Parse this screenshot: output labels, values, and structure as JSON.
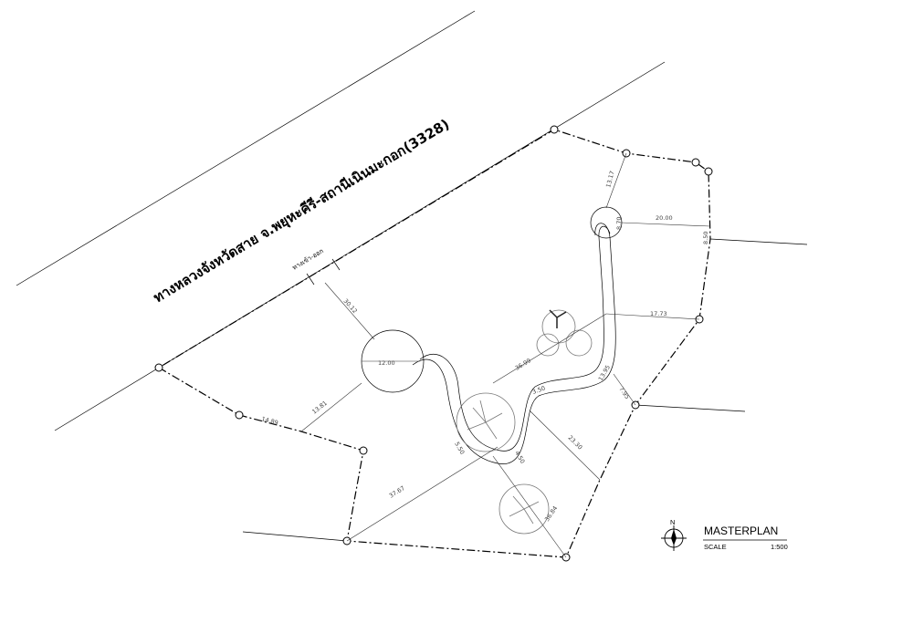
{
  "road_name": "ทางหลวงจังหวัดสาย จ.พยุหะคีรี-สถานีเนินมะกอก(3328)",
  "access_label": "ทางเข้า-ออก",
  "dimensions": [
    "13.17",
    "20.00",
    "8.70",
    "8.50",
    "17.73",
    "7.95",
    "13.95",
    "36.99",
    "12.00",
    "30.12",
    "13.81",
    "14.89",
    "37.67",
    "23.30",
    "36.84",
    "3.50",
    "5.50",
    "4.50"
  ],
  "title": "MASTERPLAN",
  "scale_label": "SCALE",
  "scale_value": "1:500",
  "north_label": "N"
}
